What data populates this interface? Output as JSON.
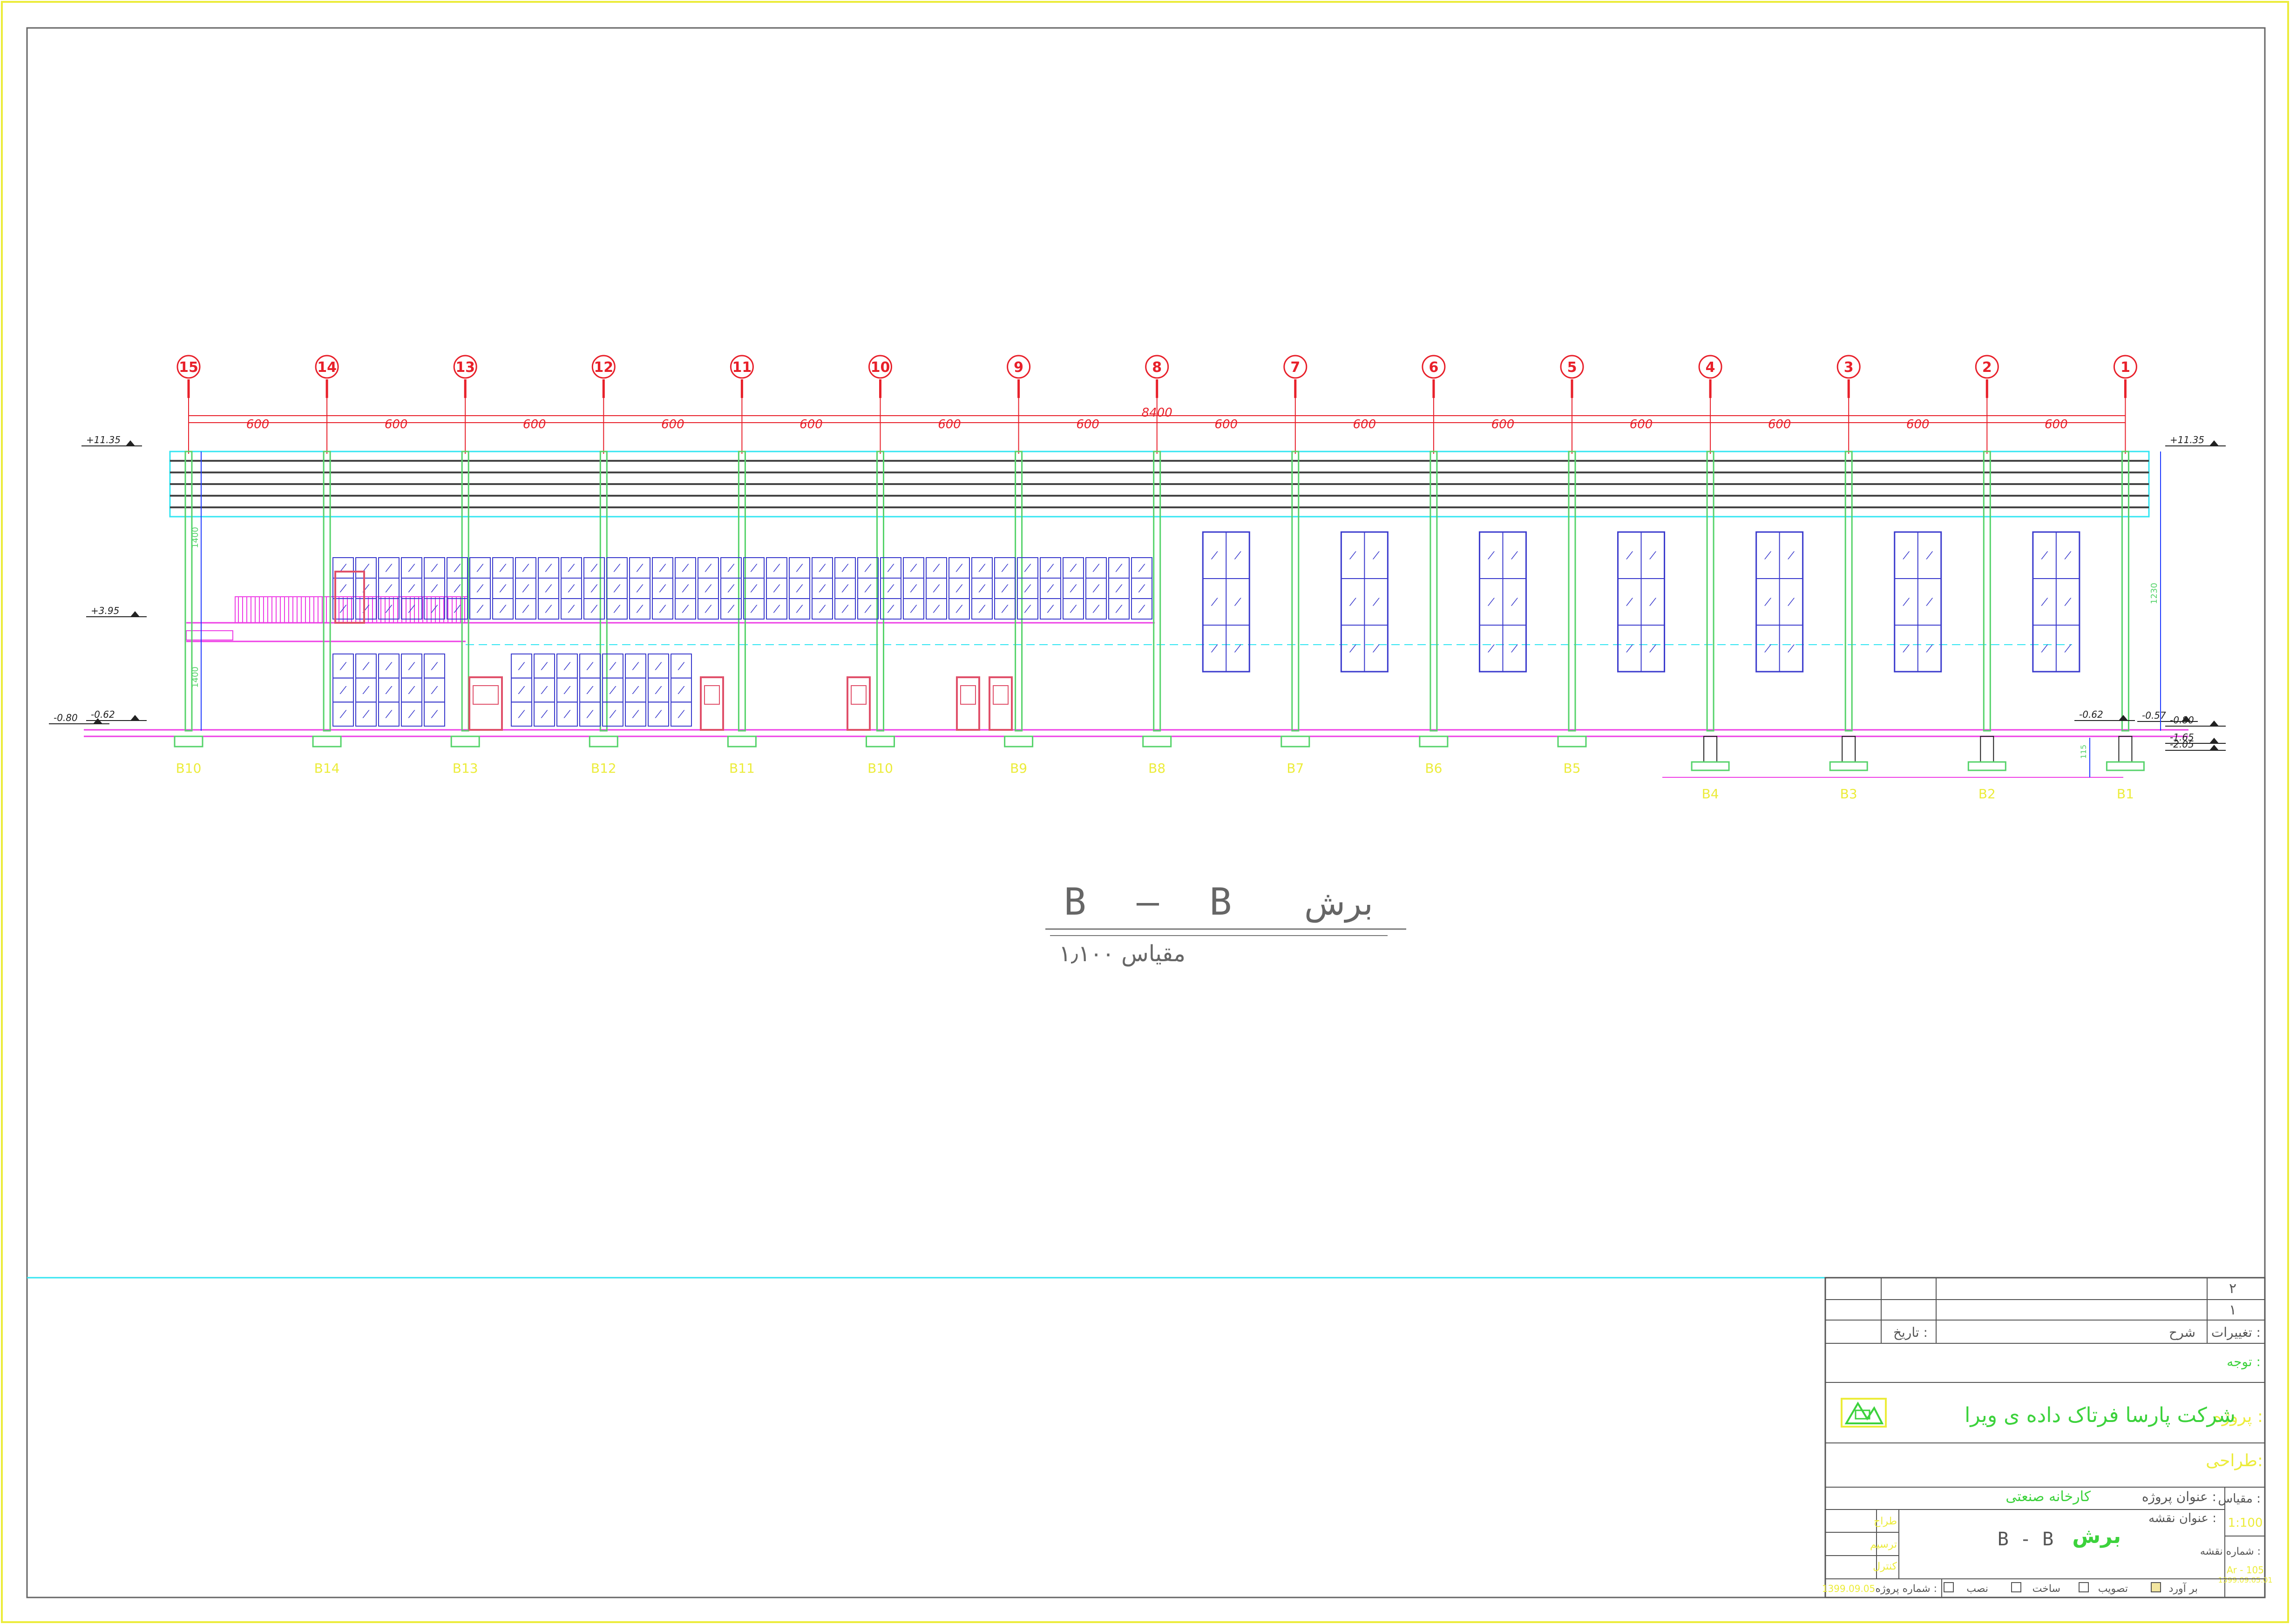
{
  "drawing": {
    "total_span": "8400",
    "bay_dimension": "600",
    "axis_numbers": [
      "15",
      "14",
      "13",
      "12",
      "11",
      "10",
      "9",
      "8",
      "7",
      "6",
      "5",
      "4",
      "3",
      "2",
      "1"
    ],
    "footing_labels": [
      "B10",
      "B14",
      "B13",
      "B12",
      "B11",
      "B10",
      "B9",
      "B8",
      "B7",
      "B6",
      "B5",
      "B4",
      "B3",
      "B2",
      "B1"
    ],
    "levels": {
      "top_left": "+11.35",
      "top_right": "+11.35",
      "mid_left": "+3.95",
      "floor_left_a": "-0.80",
      "floor_left_b": "-0.62",
      "right_a": "-0.62",
      "right_b": "-0.57",
      "right_c": "-0.80",
      "right_d": "-1.65",
      "right_e": "-2.05"
    },
    "vertical_dims": {
      "left_upper": "1400",
      "left_lower": "1400",
      "right_height": "1230",
      "footing_small": "115"
    }
  },
  "caption": {
    "section_label": "B — B",
    "section_word": "برش",
    "scale_text": "مقیاس ۱٫۱۰۰"
  },
  "title_block": {
    "rev_a": "۲",
    "rev_b": "۱",
    "changes_label": "تغییرات :",
    "description_label": "شرح",
    "date_label": "تاریخ :",
    "notes_label": "توجه :",
    "project_label": "پروژه :",
    "company": "شرکت پارسا فرتاک داده ی ویرا",
    "design_label": "طراحی:",
    "project_title_label": "عنوان پروژه :",
    "project_title": "کارخانه صنعتی",
    "sheet_title_label": "عنوان نقشه :",
    "sheet_title_a": "B - B",
    "sheet_title_b": "برش",
    "scale_label": "مقیاس :",
    "scale_value": "1:100",
    "sheet_number_label": "شماره نقشه :",
    "sheet_number": "Ar - 105",
    "sheet_number_sub": "1399.09.05.01",
    "designer_label": "طراح",
    "drafter_label": "ترسیم",
    "checker_label": "کنترل",
    "project_number_label": "شماره پروژه :",
    "project_number": "1399.09.05",
    "stage_1": "بر آورد",
    "stage_2": "تصویب",
    "stage_3": "ساخت",
    "stage_4": "نصب"
  },
  "colors": {
    "grid_red": "#e8202a",
    "column_green": "#55d36a",
    "window_blue": "#3a3acd",
    "door_red": "#e0506a",
    "magenta": "#ee3ee6",
    "cyan": "#33e5f2",
    "yellow": "#ecec3a",
    "title_green": "#3cd23c"
  }
}
